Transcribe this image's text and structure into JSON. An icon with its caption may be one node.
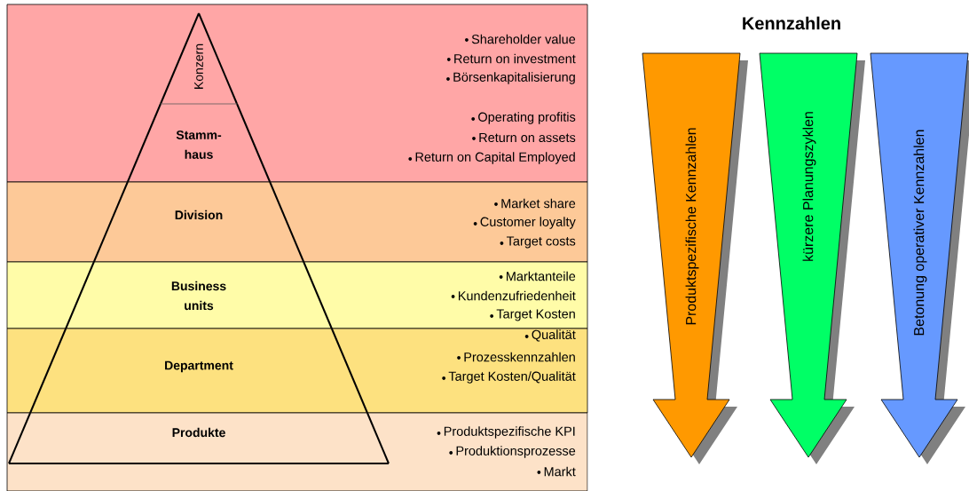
{
  "diagram": {
    "title": "Kennzahlen",
    "nodes": [
      {
        "text": [
          "Shareholder value",
          "Return on investment",
          "Börsenkapitalisierung",
          "Operating profitis",
          "Return on assets",
          "Return on Capital Employed"
        ]
      },
      {
        "text": [
          "Konzern"
        ],
        "in": 0
      },
      {
        "text": [
          "Stamm- haus"
        ],
        "in": 0
      },
      {
        "text": [
          "Market share",
          "Customer loyalty",
          "Target costs"
        ]
      },
      {
        "text": [
          "Division"
        ],
        "in": 3
      },
      {
        "text": [
          "Marktanteile",
          "Kundenzufriedenheit",
          "Target Kosten"
        ]
      },
      {
        "text": [
          "Business units"
        ],
        "in": 5
      },
      {
        "text": [
          "Qualität",
          "Prozesskennzahlen",
          "Target Kosten/Qualität"
        ]
      },
      {
        "text": [
          "Department"
        ],
        "in": 7
      },
      {
        "text": [
          "Produktspezifische KPI",
          "Produktionsprozesse",
          "Markt"
        ]
      },
      {
        "text": [
          "Produkte"
        ],
        "in": 9
      },
      {
        "text": [
          "Produktspezifische Kennzahlen"
        ]
      },
      {
        "text": [
          "kürzere Planungszyklen"
        ]
      },
      {
        "text": [
          "Betonung operativer Kennzahlen"
        ]
      }
    ]
  }
}
